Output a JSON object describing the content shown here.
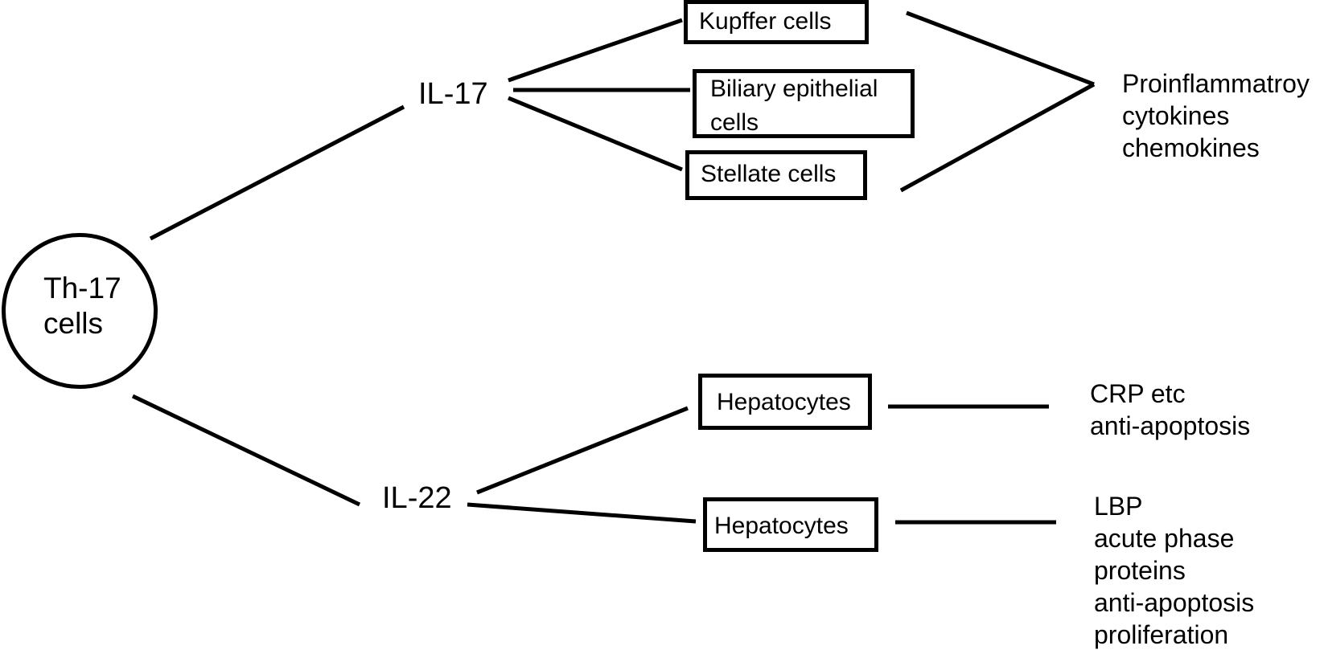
{
  "source": {
    "label_line1": "Th-17",
    "label_line2": "cells"
  },
  "il17": {
    "label": "IL-17",
    "targets": {
      "kupffer": "Kupffer cells",
      "biliary_line1": "Biliary epithelial",
      "biliary_line2": "cells",
      "stellate": "Stellate cells"
    },
    "outcome": {
      "line1": "Proinflammatroy",
      "line2": "cytokines",
      "line3": "chemokines"
    }
  },
  "il22": {
    "label": "IL-22",
    "targets": {
      "hepatocytes_top": "Hepatocytes",
      "hepatocytes_bottom": "Hepatocytes"
    },
    "outcome_top": {
      "line1": "CRP etc",
      "line2": "anti-apoptosis"
    },
    "outcome_bottom": {
      "line1": "LBP",
      "line2": "acute phase",
      "line3": "proteins",
      "line4": "anti-apoptosis",
      "line5": "proliferation"
    }
  }
}
